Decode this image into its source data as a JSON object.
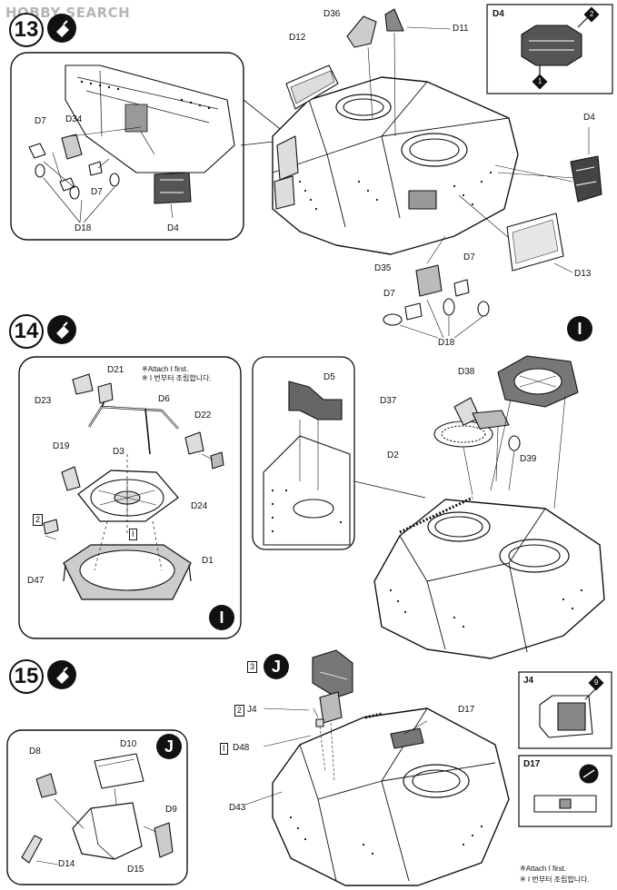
{
  "watermark": "HOBBY SEARCH",
  "steps": [
    {
      "number": "13"
    },
    {
      "number": "14"
    },
    {
      "number": "15"
    }
  ],
  "step13": {
    "labels": {
      "d36": "D36",
      "d11": "D11",
      "d12": "D12",
      "d7a": "D7",
      "d34": "D34",
      "d7b": "D7",
      "d18a": "D18",
      "d4a": "D4",
      "d4b": "D4",
      "d13": "D13",
      "d35": "D35",
      "d7c": "D7",
      "d7d": "D7",
      "d18b": "D18"
    },
    "detail_box": {
      "title": "D4",
      "arrow1": "1",
      "arrow2": "2"
    }
  },
  "step14": {
    "badge": "I",
    "note_en": "※Attach  I  first.",
    "note_ko": "※  I  번부터 조립합니다.",
    "note_part": "I",
    "labels": {
      "d21": "D21",
      "d23": "D23",
      "d6": "D6",
      "d22": "D22",
      "d19": "D19",
      "d3": "D3",
      "d24": "D24",
      "d1": "D1",
      "d47": "D47",
      "i_tag": "I",
      "num2": "2",
      "d5": "D5",
      "d38": "D38",
      "d37": "D37",
      "d2": "D2",
      "d39": "D39"
    }
  },
  "step15": {
    "badge": "J",
    "labels": {
      "d10": "D10",
      "d8": "D8",
      "d9": "D9",
      "d14": "D14",
      "d15": "D15",
      "num3": "3",
      "j4": "J4",
      "num2": "2",
      "d48": "D48",
      "i_tag": "I",
      "d17": "D17",
      "d43": "D43"
    },
    "detail_j4": {
      "title": "J4",
      "marker": "9"
    },
    "detail_d17": {
      "title": "D17"
    },
    "note_en": "※Attach  I  first.",
    "note_ko": "※  I  번부터 조립합니다."
  }
}
